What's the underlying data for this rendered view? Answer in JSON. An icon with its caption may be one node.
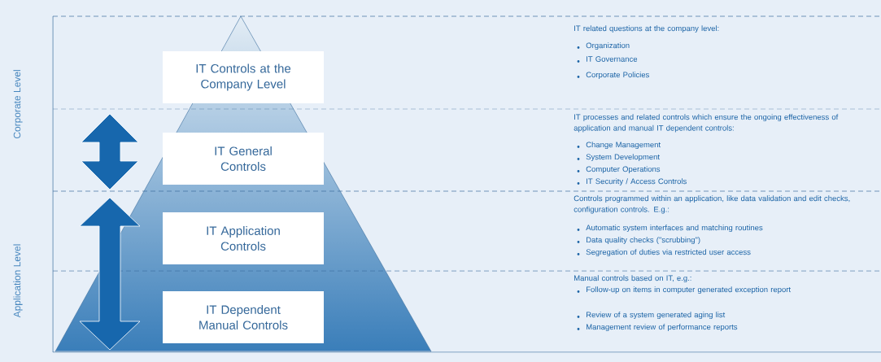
{
  "diagram": {
    "nodes": [
      {
        "text": [
          "IT Controls at the Company Level"
        ]
      },
      {
        "text": [
          "IT General Controls"
        ]
      },
      {
        "text": [
          "IT Application Controls"
        ]
      },
      {
        "text": [
          "IT Dependent Manual Controls"
        ]
      }
    ],
    "labels": [
      "Corporate Level",
      "Application Level",
      "IT related questions at the company level:",
      "Organization",
      "IT Governance",
      "Corporate Policies",
      "IT processes and related controls which ensure the ongoing effectiveness of application and manual IT dependent controls:",
      "Change Management",
      "System Development",
      "Computer Operations",
      "IT Security / Access Controls",
      "Controls programmed within an application, like data validation and edit checks, configuration controls. E.g.:",
      "Automatic system interfaces and matching routines",
      "Data quality checks (\"scrubbing\")",
      "Segregation of duties via restricted user access",
      "Manual controls based on IT, e.g.:",
      "Follow-up on items in computer generated exception report",
      "Review of a system generated aging list",
      "Management review of performance reports"
    ]
  }
}
